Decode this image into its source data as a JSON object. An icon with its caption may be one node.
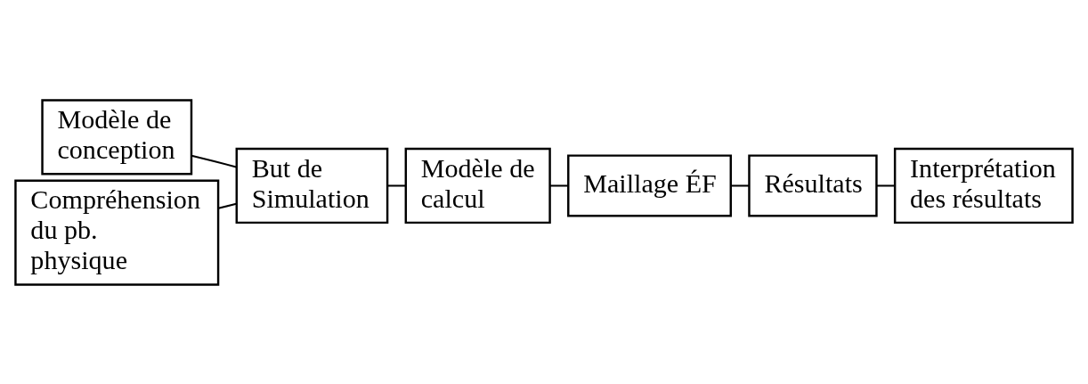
{
  "diagram": {
    "nodes": [
      {
        "text": [
          "Modèle de conception"
        ]
      },
      {
        "text": [
          "Compréhension du pb. physique"
        ]
      },
      {
        "text": [
          "But de Simulation"
        ]
      },
      {
        "text": [
          "Modèle de calcul"
        ]
      },
      {
        "text": [
          "Maillage ÉF"
        ]
      },
      {
        "text": [
          "Résultats"
        ]
      },
      {
        "text": [
          "Interprétation des résultats"
        ]
      }
    ],
    "edges": [
      {
        "from": 0,
        "to": 2,
        "arrow": "none"
      },
      {
        "from": 1,
        "to": 2,
        "arrow": "none"
      },
      {
        "from": 2,
        "to": 3,
        "arrow": "none"
      },
      {
        "from": 3,
        "to": 4,
        "arrow": "none"
      },
      {
        "from": 4,
        "to": 5,
        "arrow": "none"
      },
      {
        "from": 5,
        "to": 6,
        "arrow": "none"
      }
    ]
  }
}
